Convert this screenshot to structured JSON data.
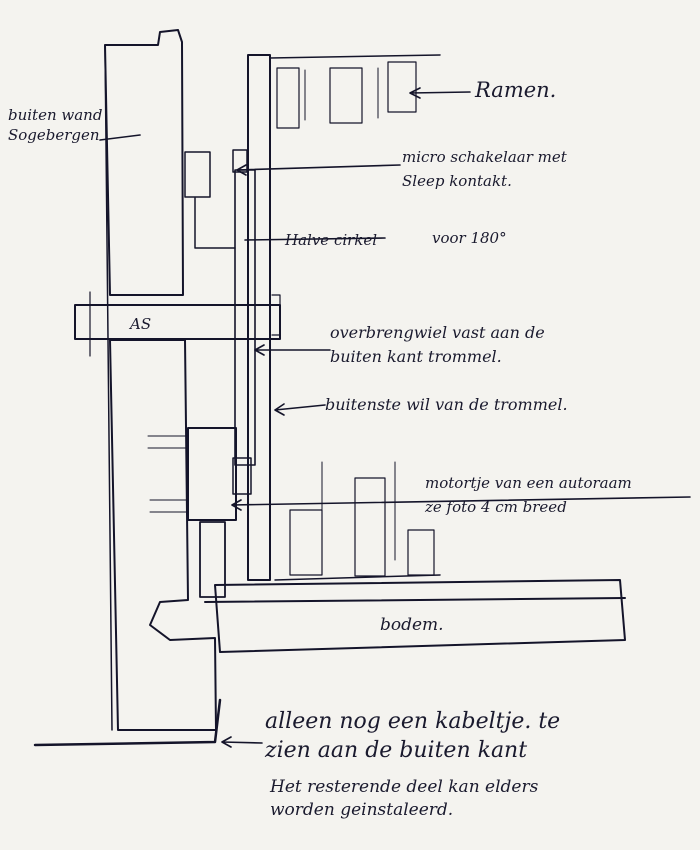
{
  "labels": {
    "ramen": "Ramen.",
    "buitenwand_1": "buiten wand",
    "buitenwand_2": "Sogebergen",
    "micro_1": "micro schakelaar met",
    "micro_2": "Sleep kontakt.",
    "halve_cirkel_1": "Halve cirkel",
    "halve_cirkel_2": "voor 180°",
    "as": "AS",
    "overbrengwiel_1": "overbrengwiel vast aan de",
    "overbrengwiel_2": "buiten kant trommel.",
    "buitenste_wiel": "buitenste wil van de trommel.",
    "motortje_1": "motortje van een autoraam",
    "motortje_2": "ze foto 4 cm breed",
    "bodem": "bodem.",
    "note_1": "alleen nog een kabeltje. te",
    "note_2": "zien aan de buiten kant",
    "note_3": "Het resterende deel kan elders",
    "note_4": "worden geinstaleerd."
  },
  "colors": {
    "paper": "#f4f3ef",
    "ink": "#14142a",
    "stipple": "#8a8a80"
  }
}
